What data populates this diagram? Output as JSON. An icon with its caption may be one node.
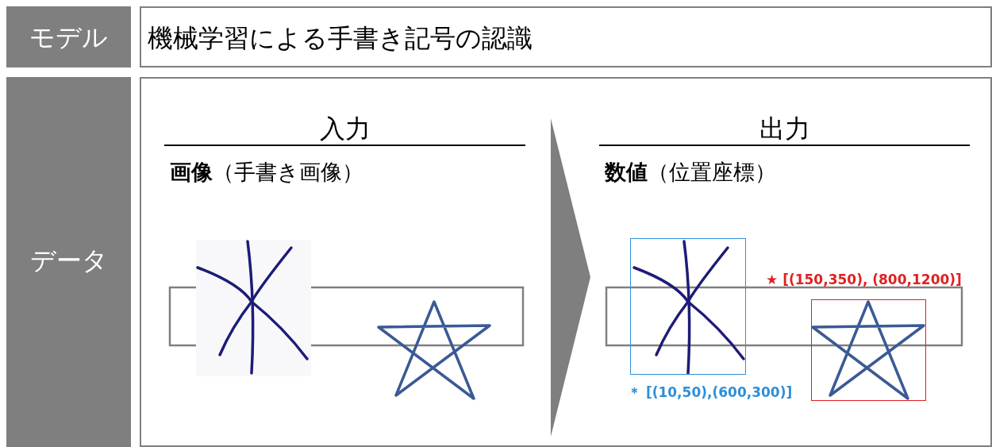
{
  "diagram": {
    "nodes": [
      {
        "text": [
          "モデル"
        ]
      },
      {
        "text": [
          "機械学習による手書き記号の認識"
        ]
      },
      {
        "text": [
          "データ"
        ]
      },
      {
        "text": [],
        "shape": "box"
      },
      {
        "text": [
          "入力",
          "**画像**（手書き画像）"
        ],
        "in": 3
      },
      {
        "text": [
          "出力",
          "**数値**（位置座標）"
        ],
        "in": 3
      },
      {
        "text": [],
        "shape": "box",
        "in": 5,
        "beside": [
          "＊ [(10,50),(600,300)]"
        ]
      },
      {
        "text": [],
        "shape": "box",
        "in": 5,
        "beside": [
          "★ [(150,350), (800,1200)]"
        ]
      }
    ],
    "edges": [
      {
        "from": 4,
        "to": 5,
        "arrow": "to"
      }
    ]
  }
}
